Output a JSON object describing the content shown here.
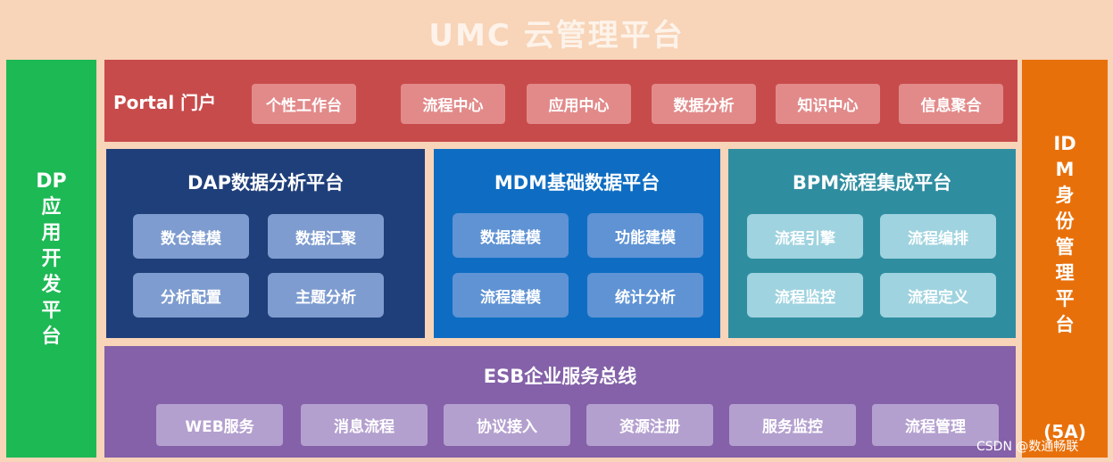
{
  "title": "UMC  云管理平台",
  "dp_label": "DP应用开发平台",
  "idm": {
    "label": "IDM身份管理平台",
    "sub": "(5A)"
  },
  "portal": {
    "label": "Portal 门户",
    "items": [
      "个性工作台",
      "流程中心",
      "应用中心",
      "数据分析",
      "知识中心",
      "信息聚合"
    ]
  },
  "dap": {
    "title": "DAP数据分析平台",
    "items": [
      "数仓建模",
      "数据汇聚",
      "分析配置",
      "主题分析"
    ]
  },
  "mdm": {
    "title": "MDM基础数据平台",
    "items": [
      "数据建模",
      "功能建模",
      "流程建模",
      "统计分析"
    ]
  },
  "bpm": {
    "title": "BPM流程集成平台",
    "items": [
      "流程引擎",
      "流程编排",
      "流程监控",
      "流程定义"
    ]
  },
  "esb": {
    "title": "ESB企业服务总线",
    "items": [
      "WEB服务",
      "消息流程",
      "协议接入",
      "资源注册",
      "服务监控",
      "流程管理"
    ]
  },
  "watermark": "CSDN @数通畅联",
  "colors": {
    "background": "#f8d4b8",
    "dp": "#1db954",
    "idm": "#e8700a",
    "portal": "#c84b4b",
    "dap": "#1f3f7a",
    "mdm": "#0e6dc2",
    "bpm": "#2f8da0",
    "esb": "#8461a8"
  }
}
